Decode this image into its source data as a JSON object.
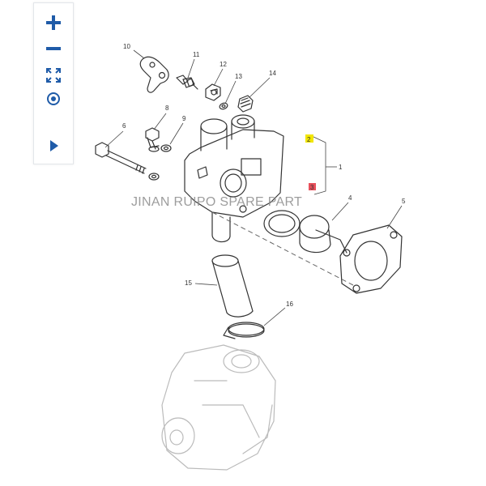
{
  "toolbar": {
    "buttons": [
      {
        "name": "zoom-in-button",
        "icon": "plus-icon"
      },
      {
        "name": "zoom-out-button",
        "icon": "minus-icon"
      },
      {
        "name": "fullscreen-button",
        "icon": "expand-icon"
      },
      {
        "name": "reset-view-button",
        "icon": "target-icon"
      },
      {
        "name": "next-button",
        "icon": "play-icon"
      }
    ],
    "accent_color": "#1f5ba8"
  },
  "diagram": {
    "callouts": [
      "10",
      "11",
      "12",
      "13",
      "14",
      "8",
      "9",
      "6",
      "1",
      "4",
      "5",
      "15",
      "16"
    ],
    "highlight_markers": [
      {
        "label": "2",
        "color": "#f2e600"
      },
      {
        "label": "3",
        "color": "#e8505b"
      }
    ]
  },
  "watermark": "JINAN RUIPO SPARE PART"
}
